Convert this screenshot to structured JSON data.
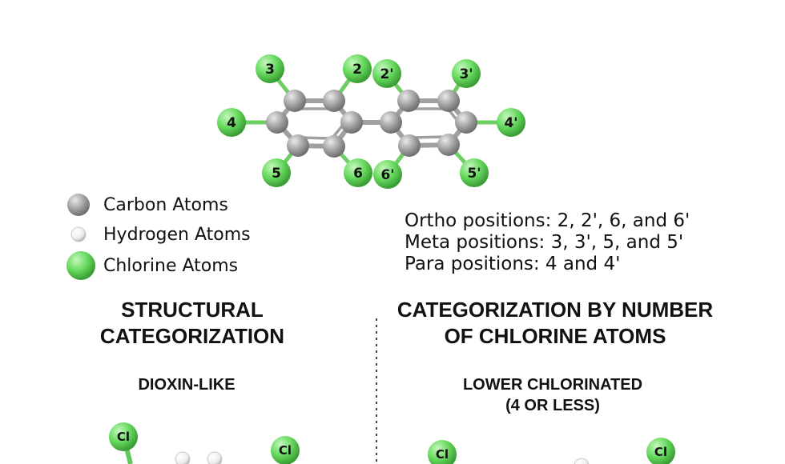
{
  "molecule": {
    "positions": [
      {
        "id": "3",
        "label": "3"
      },
      {
        "id": "2",
        "label": "2"
      },
      {
        "id": "4",
        "label": "4"
      },
      {
        "id": "5",
        "label": "5"
      },
      {
        "id": "6",
        "label": "6"
      },
      {
        "id": "2p",
        "label": "2'"
      },
      {
        "id": "3p",
        "label": "3'"
      },
      {
        "id": "4p",
        "label": "4'"
      },
      {
        "id": "5p",
        "label": "5'"
      },
      {
        "id": "6p",
        "label": "6'"
      }
    ]
  },
  "legend": {
    "carbon": "Carbon Atoms",
    "hydrogen": "Hydrogen Atoms",
    "chlorine": "Chlorine Atoms"
  },
  "positions_info": {
    "ortho": "Ortho positions: 2, 2', 6, and 6'",
    "meta": "Meta positions: 3, 3', 5, and 5'",
    "para": "Para positions: 4 and 4'"
  },
  "left_section": {
    "title_line1": "STRUCTURAL",
    "title_line2": "CATEGORIZATION",
    "subtitle": "DIOXIN-LIKE",
    "cl_label": "Cl"
  },
  "right_section": {
    "title_line1": "CATEGORIZATION BY NUMBER",
    "title_line2": "OF CHLORINE ATOMS",
    "subtitle_line1": "LOWER CHLORINATED",
    "subtitle_line2": "(4 OR LESS)",
    "cl_label": "Cl"
  },
  "colors": {
    "carbon": "#9e9e9e",
    "chlorine": "#5fd35a",
    "hydrogen": "#f2f2f2",
    "bond": "#9a9a9a",
    "cl_bond": "#63c85c"
  }
}
